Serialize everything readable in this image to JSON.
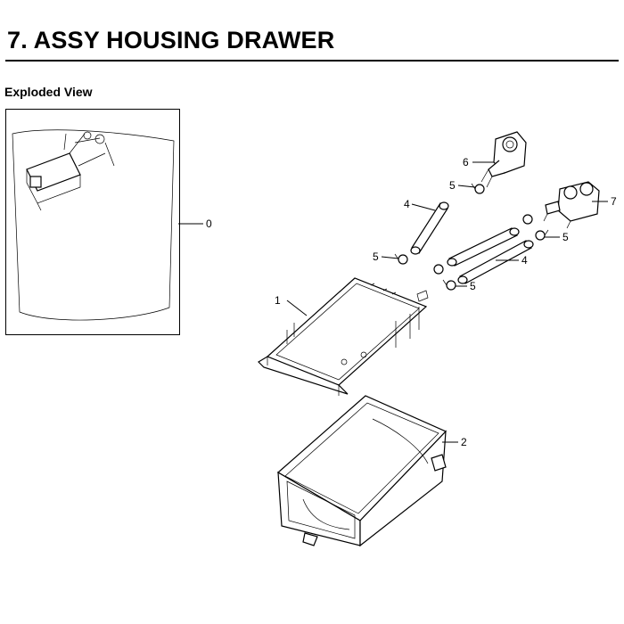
{
  "page": {
    "title": "7.  ASSY HOUSING DRAWER",
    "subtitle": "Exploded View"
  },
  "callouts": {
    "assembly": "0",
    "cover": "1",
    "drawer_housing": "2",
    "hose_upper": "4",
    "hose_lower": "4",
    "clamp_top": "5",
    "clamp_left": "5",
    "clamp_right": "5",
    "clamp_mid": "5",
    "valve_single": "6",
    "valve_double": "7"
  }
}
